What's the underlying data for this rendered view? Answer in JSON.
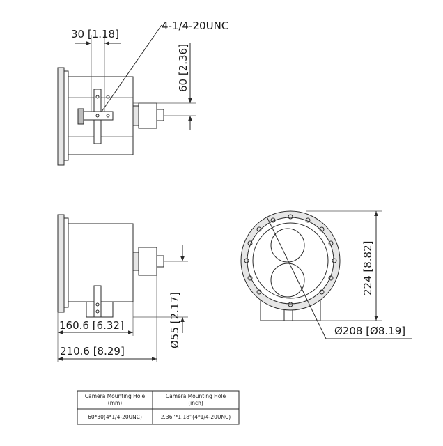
{
  "dimensions": {
    "hole_spacing": "30 [1.18]",
    "thread": "4-1/4-20UNC",
    "hole_height": "60 [2.36]",
    "depth_inner": "160.6 [6.32]",
    "depth_total": "210.6 [8.29]",
    "bracket_offset": "Ø55 [2.17]",
    "height_total": "224 [8.82]",
    "front_diameter": "Ø208 [Ø8.19]"
  },
  "table": {
    "headers": [
      {
        "line1": "Camera Mounting Hole",
        "line2": "(mm)"
      },
      {
        "line1": "Camera Mounting Hole",
        "line2": "(inch)"
      }
    ],
    "row": [
      "60*30(4*1/4-20UNC)",
      "2.36''*1.18''(4*1/4-20UNC)"
    ]
  }
}
